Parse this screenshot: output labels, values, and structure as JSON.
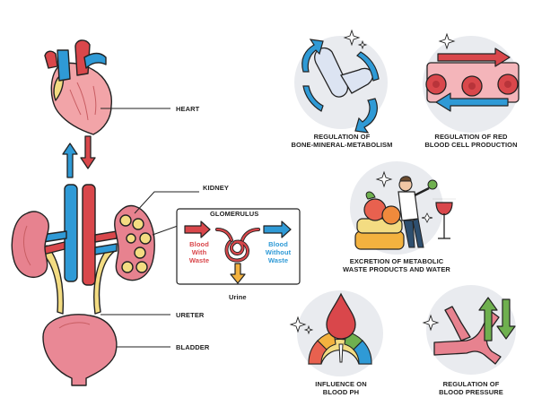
{
  "labels": {
    "heart": "HEART",
    "kidney": "KIDNEY",
    "glomerulus": "GLOMERULUS",
    "blood_with_waste": "Blood\nWith\nWaste",
    "blood_without_waste": "Blood\nWithout\nWaste",
    "urine": "Urine",
    "ureter": "URETER",
    "bladder": "BLADDER"
  },
  "functions": {
    "bone": "REGULATION OF\nBONE-MINERAL-METABOLISM",
    "red_blood": "REGULATION OF RED\nBLOOD CELL PRODUCTION",
    "excretion": "EXCRETION OF METABOLIC\nWASTE PRODUCTS AND WATER",
    "ph": "INFLUENCE ON\nBLOOD PH",
    "pressure": "REGULATION OF\nBLOOD PRESSURE"
  },
  "colors": {
    "red": "#d9474b",
    "blue": "#2f9ad6",
    "kidney": "#e7828f",
    "bladder": "#e98895",
    "yellow": "#f3dc82",
    "circle_bg": "#e9ebef",
    "outline": "#222222"
  }
}
